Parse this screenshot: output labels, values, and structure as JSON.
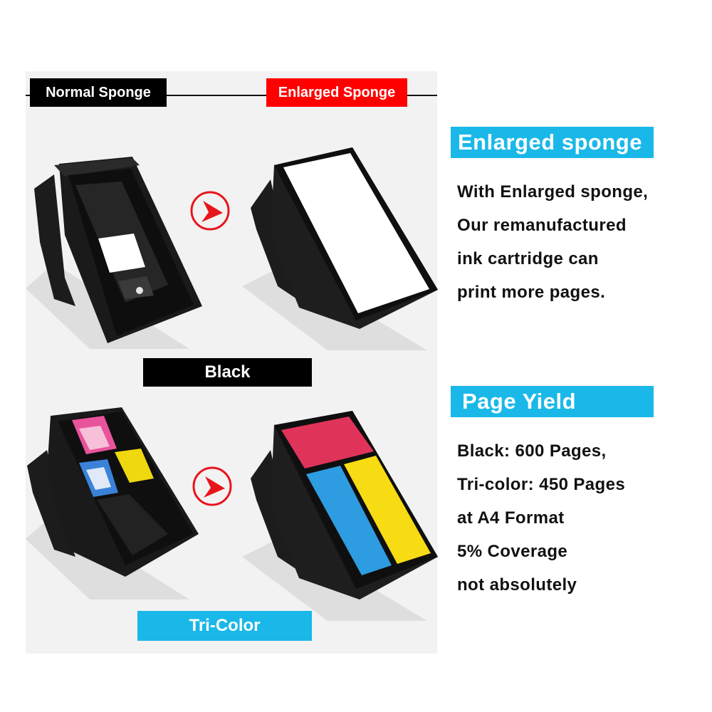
{
  "comparison": {
    "normal_tag": "Normal Sponge",
    "enlarged_tag": "Enlarged Sponge",
    "black_label": "Black",
    "tricolor_label": "Tri-Color",
    "arrow_icon": "red-circle-arrow-right"
  },
  "colors": {
    "panel_bg": "#f2f2f2",
    "normal_tag_bg": "#000000",
    "enlarged_tag_bg": "#ff0000",
    "accent_cyan": "#1ab8e8",
    "arrow_red": "#e8141b",
    "sponge_magenta": "#e0335a",
    "sponge_cyan": "#2e9ce0",
    "sponge_yellow": "#f7dc14"
  },
  "features": {
    "enlarged": {
      "title": "Enlarged sponge",
      "lines": [
        "With Enlarged sponge,",
        "Our remanufactured",
        "ink cartridge can",
        "print more pages."
      ]
    },
    "yield": {
      "title": "Page Yield",
      "lines": [
        "Black: 600 Pages,",
        "Tri-color: 450 Pages",
        "at A4 Format",
        "5% Coverage",
        "not absolutely"
      ]
    }
  }
}
